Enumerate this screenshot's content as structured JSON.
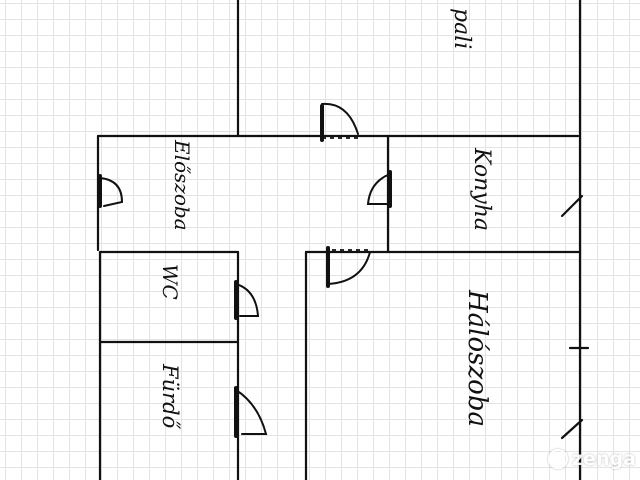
{
  "rooms": {
    "erkely": "pali",
    "eloszoba": "Előszoba",
    "konyha": "Konyha",
    "wc": "WC",
    "furdo": "Fürdő",
    "haloszoba": "Hálószoba"
  },
  "watermark": {
    "text": "zenga",
    "icon": "zenga-logo-icon"
  },
  "colors": {
    "line": "#111111",
    "grid": "#e3e3e3",
    "background": "#ffffff"
  }
}
